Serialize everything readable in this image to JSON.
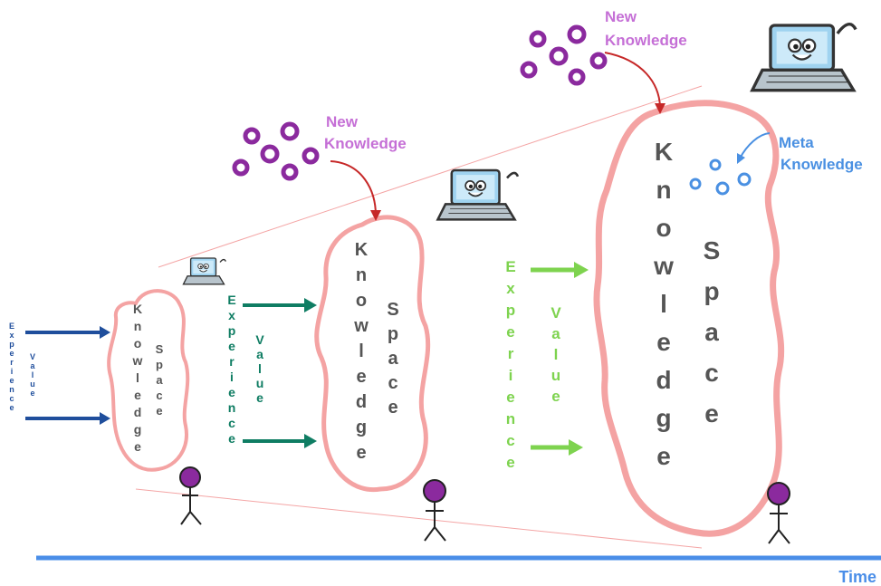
{
  "diagram": {
    "time_label": "Time",
    "stages": [
      {
        "knowledge_word": "Knowledge",
        "space_word": "Space",
        "experience_word": "Experience",
        "value_word": "Value",
        "input_color": "#1f4e9c",
        "has_person": true
      },
      {
        "knowledge_word": "Knowledge",
        "space_word": "Space",
        "experience_word": "Experience",
        "value_word": "Value",
        "input_color": "#0f7d63",
        "new_knowledge_label": "New Knowledge",
        "has_person": true
      },
      {
        "knowledge_word": "Knowledge",
        "space_word": "Space",
        "experience_word": "Experience",
        "value_word": "Value",
        "input_color": "#7ed34f",
        "new_knowledge_label": "New Knowledge",
        "meta_knowledge_label": "Meta Knowledge",
        "has_person": true
      }
    ],
    "colors": {
      "cloud_outline": "#f4a3a3",
      "new_knowledge_dots": "#8b2a9e",
      "new_knowledge_text": "#c56fd6",
      "meta_knowledge": "#4a90e2",
      "person_head": "#8b2a9e",
      "arrow_red": "#c62828",
      "timeline": "#4a8ee8",
      "cone_lines": "#f08080"
    },
    "icons": [
      "laptop-mascot-icon",
      "stick-figure-icon"
    ]
  }
}
